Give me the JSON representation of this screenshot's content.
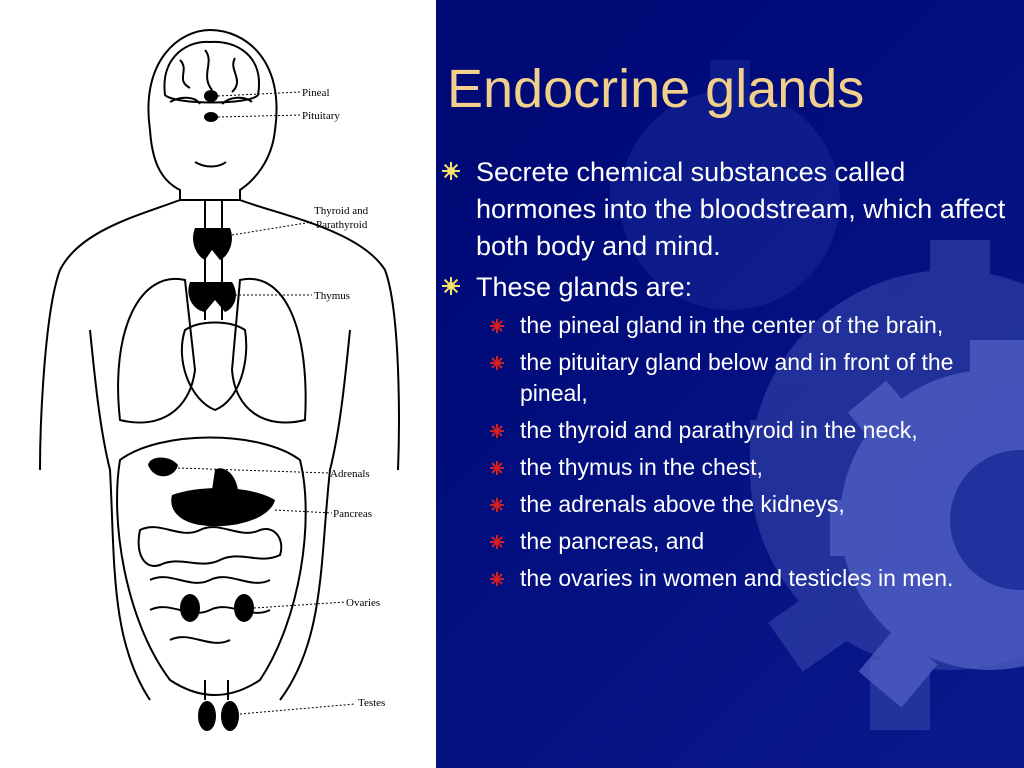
{
  "slide": {
    "title": "Endocrine glands",
    "bullets": [
      "Secrete chemical substances called hormones into the bloodstream, which affect both body and mind.",
      "These glands are:"
    ],
    "sub_bullets": [
      "the pineal gland in the center of the brain,",
      "the pituitary gland below and in front of the pineal,",
      "the thyroid and parathyroid in the neck,",
      "the thymus in the chest,",
      "the adrenals above the kidneys,",
      "the pancreas, and",
      "the ovaries in women and testicles in men."
    ]
  },
  "figure": {
    "labels": {
      "pineal": "Pineal",
      "pituitary": "Pituitary",
      "thyroid_line1": "Thyroid and",
      "thyroid_line2": "Parathyroid",
      "thymus": "Thymus",
      "adrenals": "Adrenals",
      "pancreas": "Pancreas",
      "ovaries": "Ovaries",
      "testes": "Testes"
    }
  },
  "colors": {
    "background": "#000a6e",
    "title": "#f2d08c",
    "text": "#ffffff",
    "bullet_main": "#f5e36a",
    "bullet_sub": "#d42020",
    "gear": "#4a5ac0"
  }
}
